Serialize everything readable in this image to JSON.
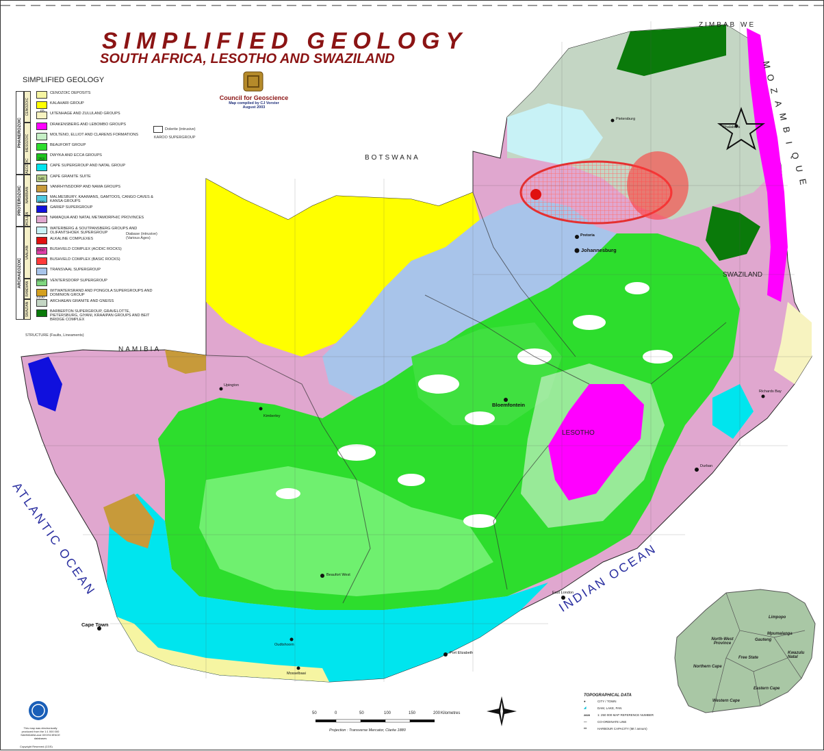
{
  "title": "SIMPLIFIED GEOLOGY",
  "subtitle": "SOUTH AFRICA, LESOTHO AND SWAZILAND",
  "legend_title": "SIMPLIFIED GEOLOGY",
  "publisher": {
    "org": "Council for Geoscience",
    "compiled": "Map compiled by CJ Vorster",
    "date": "August 2003"
  },
  "eras": [
    {
      "name": "PHANEROZOIC",
      "subs": [
        "CENOZOIC",
        "MESOZOIC",
        "PALAEOZOIC"
      ]
    },
    {
      "name": "PROTEROZOIC",
      "subs": [
        "NAMIBIAN",
        "MOKOLIAN",
        "VAALIAN"
      ]
    },
    {
      "name": "ARCHAEOZOIC",
      "subs": [
        "RANDIAN",
        "SWAZIAN"
      ]
    }
  ],
  "ages": [
    "65",
    "253",
    "545",
    "900",
    "2050",
    "2650",
    "3100"
  ],
  "legend": [
    {
      "label": "CENOZOIC DEPOSITS",
      "color": "#f6f5a2"
    },
    {
      "label": "KALAHARI GROUP",
      "color": "#ffff00"
    },
    {
      "label": "UITENHAGE AND ZULULAND GROUPS",
      "color": "#f7f3c0"
    },
    {
      "label": "DRAKENSBERG AND LEBOMBO GROUPS",
      "color": "#ff00ff"
    },
    {
      "label": "MOLTENO, ELLIOT AND CLARENS FORMATIONS",
      "color": "#c6f0c6"
    },
    {
      "label": "BEAUFORT GROUP",
      "color": "#2ddd2d"
    },
    {
      "label": "DWYKA AND ECCA GROUPS",
      "color": "#1cc41c"
    },
    {
      "label": "CAPE SUPERGROUP AND NATAL GROUP",
      "color": "#00e5ee"
    },
    {
      "label": "CAPE GRANITE SUITE",
      "color": "#b8d08a"
    },
    {
      "label": "VANRHYNSDORP AND NAMA GROUPS",
      "color": "#c79a3a"
    },
    {
      "label": "MALMESBURY, KAAIMANS, GAMTOOS, CANGO CAVES & KANSA GROUPS",
      "color": "#4dc8e0"
    },
    {
      "label": "GARIEP SUPERGROUP",
      "color": "#1010dd"
    },
    {
      "label": "NAMAQUA AND NATAL METAMORPHIC PROVINCES",
      "color": "#e0a7cf"
    },
    {
      "label": "WATERBERG & SOUTPANSBERG GROUPS AND OLIFANTSHOEK SUPERGROUP",
      "color": "#c8f2f6"
    },
    {
      "label": "ALKALINE COMPLEXES",
      "color": "#e01010"
    },
    {
      "label": "BUSHVELD COMPLEX (ACIDIC ROCKS)",
      "color": "#e040a8"
    },
    {
      "label": "BUSHVELD COMPLEX (BASIC ROCKS)",
      "color": "#ff3a3a"
    },
    {
      "label": "TRANSVAAL SUPERGROUP",
      "color": "#a8c4ea"
    },
    {
      "label": "VENTERSDORP SUPERGROUP",
      "color": "#7fd67f"
    },
    {
      "label": "WITWATERSRAND AND PONGOLA SUPERGROUPS AND DOMINION GROUP",
      "color": "#d4a020"
    },
    {
      "label": "ARCHAEAN GRANITE AND GNEISS",
      "color": "#c4d6c4"
    },
    {
      "label": "BARBERTON SUPERGROUP, GRAVELOTTE, PIETERSBURG, GIYANI, KRAAIPAN GROUPS AND BEIT BRIDGE COMPLEX",
      "color": "#0a7a0a"
    }
  ],
  "legend_extra": {
    "dolerite": "Dolerite (intrusive)",
    "karoo": "KAROO SUPERGROUP",
    "diabase": "Diabase (intrusive)",
    "diabase_age": "(Various Ages)",
    "structure": "STRUCTURE (Faults, Lineaments)"
  },
  "countries": {
    "botswana": "BOTSWANA",
    "namibia": "NAMIBIA",
    "zimbabwe": "ZIMBAB WE",
    "mozambique": "MOZAMBIQUE",
    "lesotho": "LESOTHO",
    "swaziland": "SWAZILAND"
  },
  "oceans": {
    "atlantic": "ATLANTIC OCEAN",
    "indian": "INDIAN OCEAN"
  },
  "cities": {
    "pretoria": "Pretoria",
    "johannesburg": "Johannesburg",
    "bloemfontein": "Bloemfontein",
    "durban": "Durban",
    "cape_town": "Cape Town",
    "port_elizabeth": "Port Elizabeth",
    "east_london": "East London",
    "richards_bay": "Richards Bay",
    "beaufort_west": "Beaufort West",
    "oudtshoorn": "Oudtshoorn",
    "kimberley": "Kimberley",
    "upington": "Upington",
    "pietersburg": "Pietersburg",
    "mossel_bay": "Mosselbaai",
    "phalaborwa": "Phalabora"
  },
  "inset": {
    "provinces": [
      "Limpopo",
      "Mpumalanga",
      "North-West Province",
      "Gauteng",
      "Free State",
      "Kwazulu Natal",
      "Northern Cape",
      "Eastern Cape",
      "Western Cape"
    ]
  },
  "topo": {
    "title": "TOPOGRAPHICAL DATA",
    "items": [
      "CITY / TOWN",
      "DAM, LAKE, PAN",
      "1: 250 000 MAP REFERENCE NUMBER",
      "CO-ORDINATE LINE",
      "HARBOUR CAPACITY (Mt / annum)"
    ]
  },
  "scale": {
    "ticks": [
      "50",
      "0",
      "50",
      "100",
      "150",
      "200"
    ],
    "unit": "Kilometres",
    "projection": "Projection : Transverse Mercator, Clarke 1880"
  },
  "copyright": {
    "note": "This map was electronically produced from the 1:1 000 000 SAMNDABA and GEOSCIENCE databases",
    "copy": "Copyright Reserved (CGS)"
  }
}
